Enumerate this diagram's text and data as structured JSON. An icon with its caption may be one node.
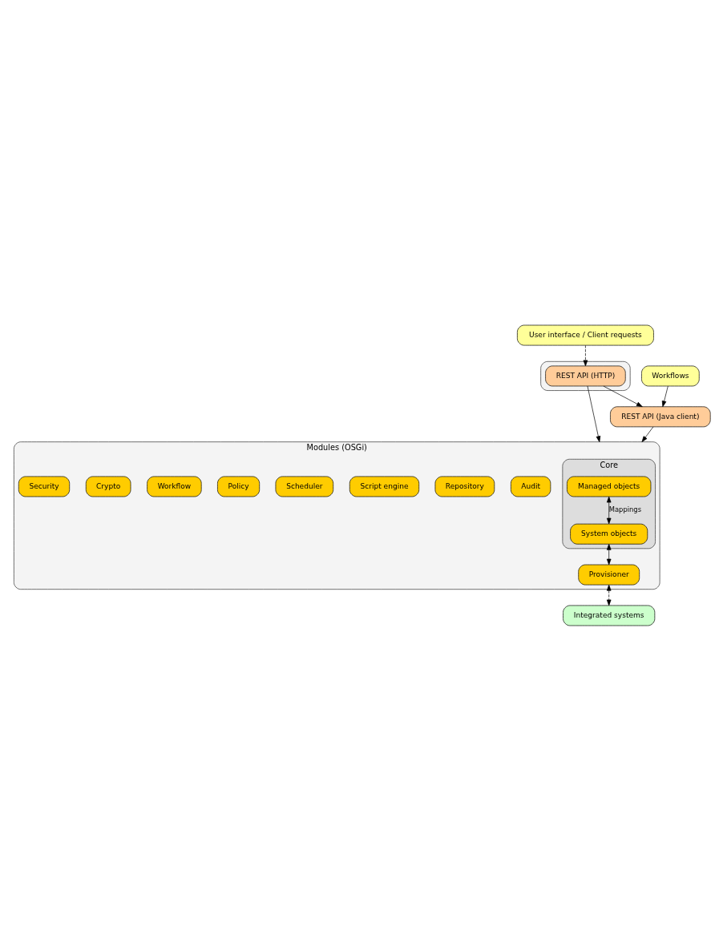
{
  "diagram": {
    "nodes": [
      {
        "text": [
          "User interface / Client requests"
        ]
      },
      {
        "text": [
          "Workflows"
        ]
      },
      {
        "text": [],
        "shape": "box"
      },
      {
        "text": [
          "REST API (HTTP)"
        ],
        "in": 2
      },
      {
        "text": [
          "REST API (Java client)"
        ]
      },
      {
        "text": [
          "Modules (OSGi)"
        ]
      },
      {
        "text": [
          "Core"
        ],
        "in": 5
      },
      {
        "text": [
          "Managed objects"
        ],
        "in": 6
      },
      {
        "text": [
          "System objects"
        ],
        "in": 6
      },
      {
        "text": [
          "Provisioner"
        ],
        "in": 5
      },
      {
        "text": [
          "Audit"
        ],
        "in": 5
      },
      {
        "text": [
          "Repository"
        ],
        "in": 5
      },
      {
        "text": [
          "Script engine"
        ],
        "in": 5
      },
      {
        "text": [
          "Scheduler"
        ],
        "in": 5
      },
      {
        "text": [
          "Policy"
        ],
        "in": 5
      },
      {
        "text": [
          "Workflow"
        ],
        "in": 5
      },
      {
        "text": [
          "Crypto"
        ],
        "in": 5
      },
      {
        "text": [
          "Security"
        ],
        "in": 5
      },
      {
        "text": [
          "Integrated systems"
        ]
      }
    ],
    "edges": [
      {
        "from": 0,
        "to": 3,
        "arrow": "to",
        "style": "dashed"
      },
      {
        "from": 3,
        "to": 5,
        "arrow": "to"
      },
      {
        "from": 3,
        "to": 4,
        "arrow": "to"
      },
      {
        "from": 1,
        "to": 4,
        "arrow": "to"
      },
      {
        "from": 4,
        "to": 5,
        "arrow": "to"
      },
      {
        "from": 7,
        "to": 8,
        "arrow": "both",
        "label": "Mappings"
      },
      {
        "from": 8,
        "to": 9,
        "arrow": "both"
      },
      {
        "from": 9,
        "to": 18,
        "arrow": "both",
        "style": "dashed"
      }
    ]
  }
}
